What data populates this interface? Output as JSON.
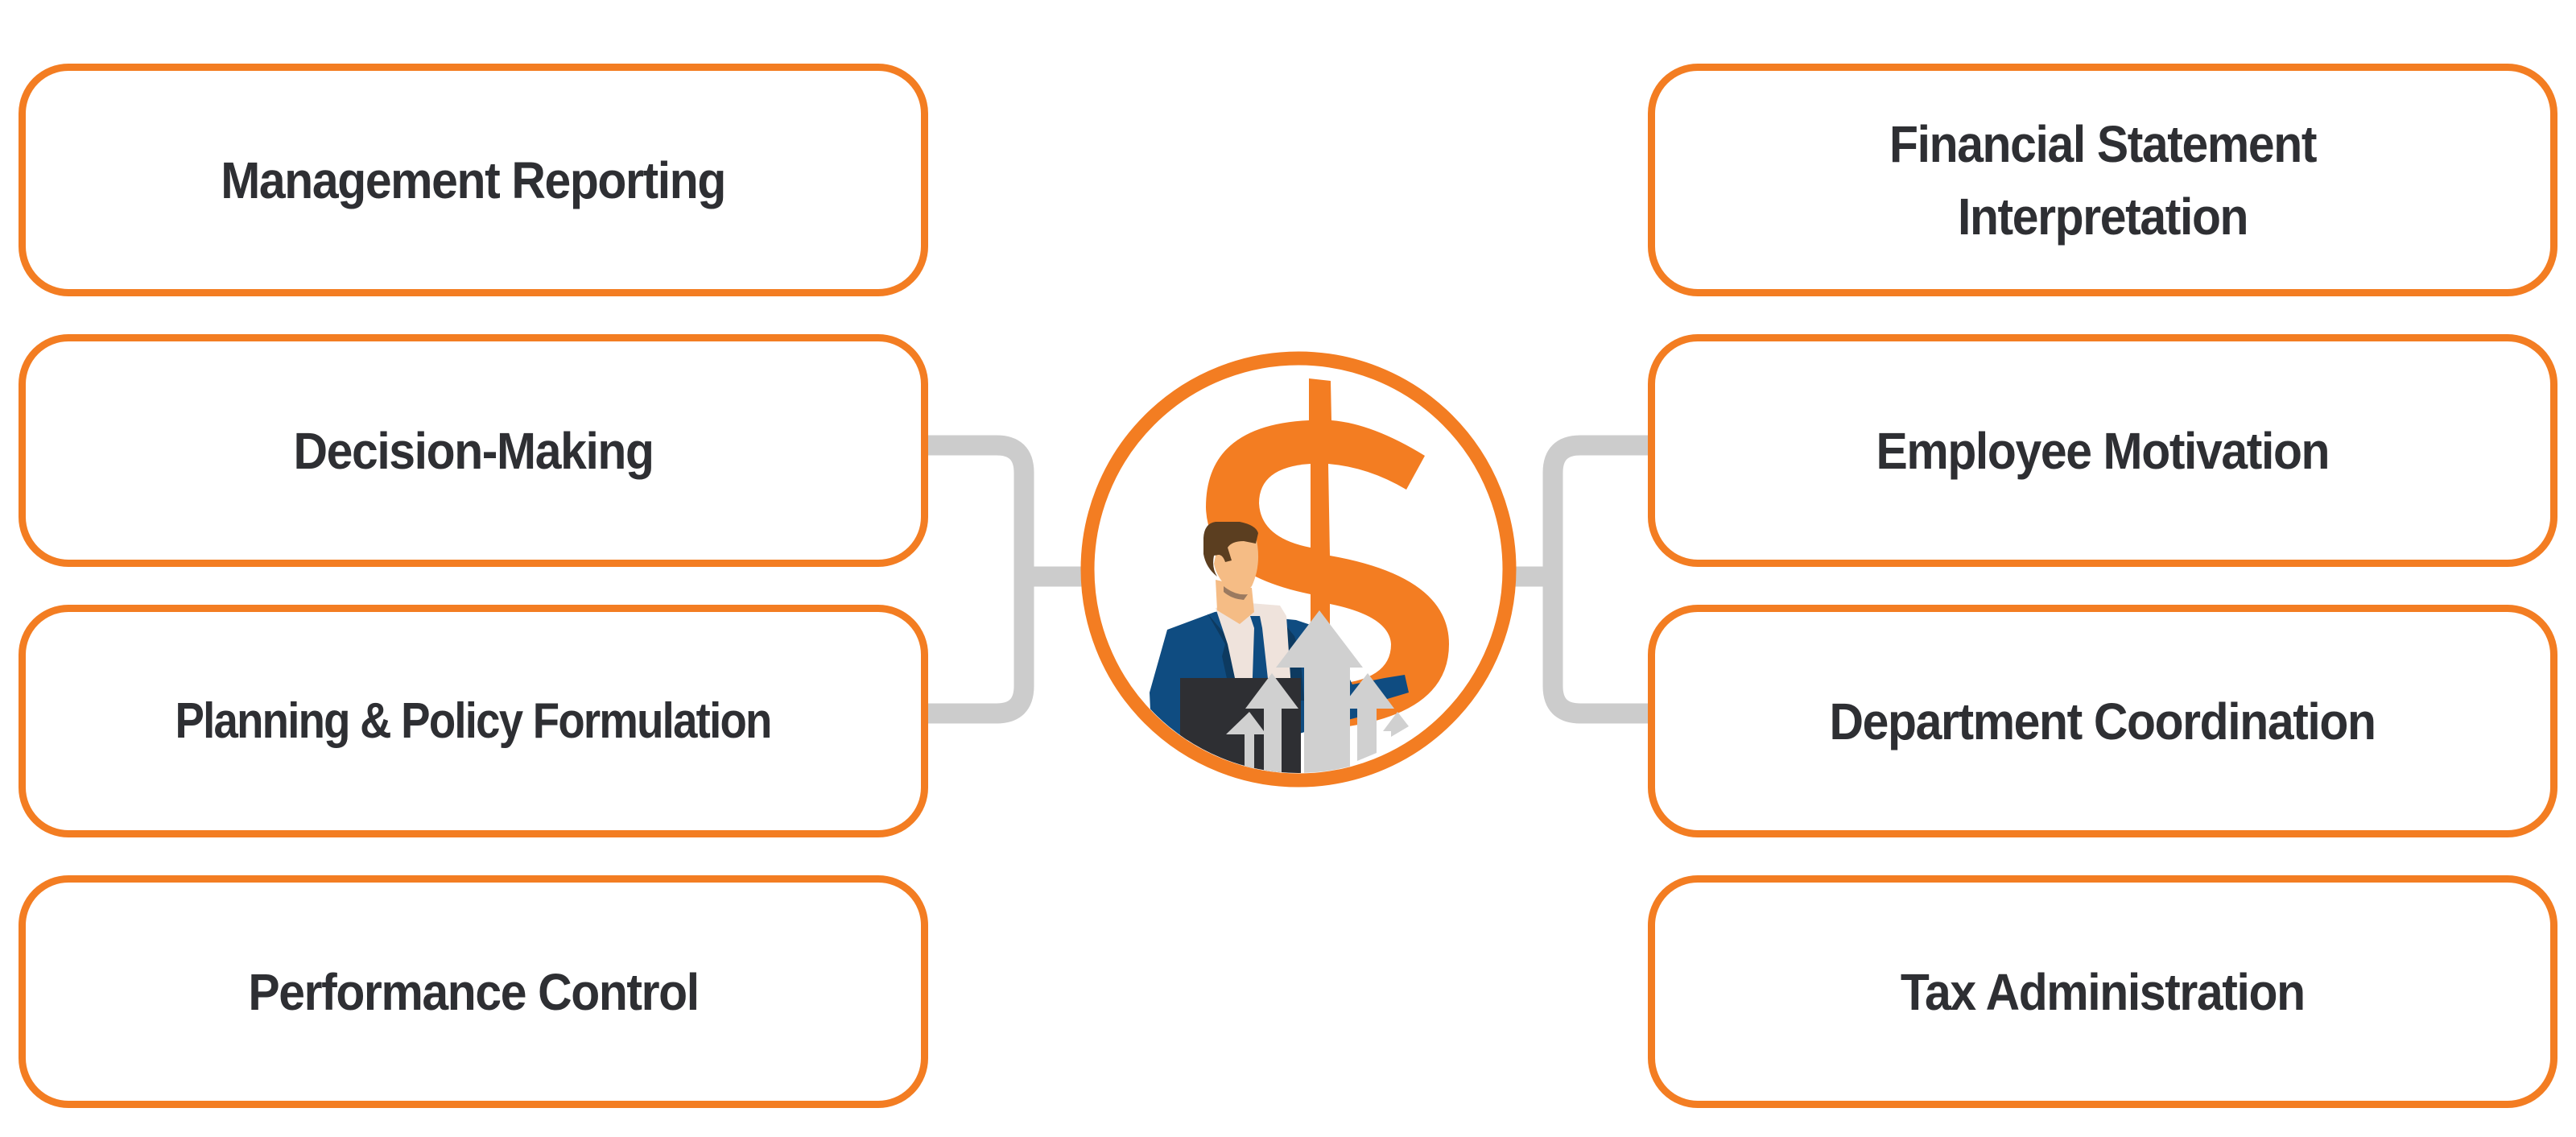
{
  "diagram": {
    "colors": {
      "accent": "#f37d22",
      "text": "#2e2f33",
      "connector": "#cccccc",
      "background": "#ffffff"
    },
    "center_icon": {
      "name": "businessman-dollar-growth",
      "elements": [
        "dollar-sign",
        "businessman",
        "laptop",
        "up-arrows"
      ]
    },
    "left_items": [
      {
        "label": "Management Reporting",
        "connected": false
      },
      {
        "label": "Decision-Making",
        "connected": true
      },
      {
        "label": "Planning & Policy Formulation",
        "connected": true
      },
      {
        "label": "Performance Control",
        "connected": false
      }
    ],
    "right_items": [
      {
        "label": "Financial Statement\nInterpretation",
        "connected": false
      },
      {
        "label": "Employee Motivation",
        "connected": true
      },
      {
        "label": "Department Coordination",
        "connected": true
      },
      {
        "label": "Tax Administration",
        "connected": false
      }
    ]
  }
}
